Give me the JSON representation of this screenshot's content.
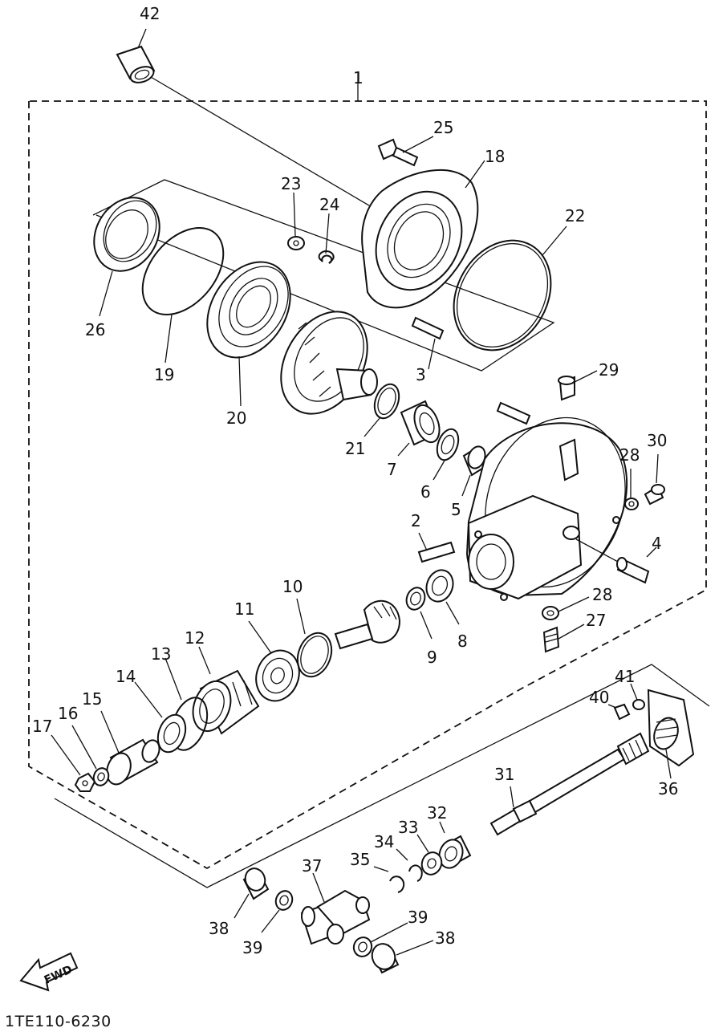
{
  "diagram": {
    "part_number": "1TE110-6230",
    "direction_label": "FWD",
    "callouts": [
      {
        "id": "42",
        "text": "42"
      },
      {
        "id": "1",
        "text": "1"
      },
      {
        "id": "25",
        "text": "25"
      },
      {
        "id": "18",
        "text": "18"
      },
      {
        "id": "23",
        "text": "23"
      },
      {
        "id": "24",
        "text": "24"
      },
      {
        "id": "22",
        "text": "22"
      },
      {
        "id": "26",
        "text": "26"
      },
      {
        "id": "19",
        "text": "19"
      },
      {
        "id": "20",
        "text": "20"
      },
      {
        "id": "3",
        "text": "3"
      },
      {
        "id": "29",
        "text": "29"
      },
      {
        "id": "21",
        "text": "21"
      },
      {
        "id": "7",
        "text": "7"
      },
      {
        "id": "6",
        "text": "6"
      },
      {
        "id": "5",
        "text": "5"
      },
      {
        "id": "30",
        "text": "30"
      },
      {
        "id": "28a",
        "text": "28"
      },
      {
        "id": "2",
        "text": "2"
      },
      {
        "id": "4",
        "text": "4"
      },
      {
        "id": "10",
        "text": "10"
      },
      {
        "id": "11",
        "text": "11"
      },
      {
        "id": "28b",
        "text": "28"
      },
      {
        "id": "27",
        "text": "27"
      },
      {
        "id": "12",
        "text": "12"
      },
      {
        "id": "13",
        "text": "13"
      },
      {
        "id": "14",
        "text": "14"
      },
      {
        "id": "15",
        "text": "15"
      },
      {
        "id": "16",
        "text": "16"
      },
      {
        "id": "17",
        "text": "17"
      },
      {
        "id": "9",
        "text": "9"
      },
      {
        "id": "8",
        "text": "8"
      },
      {
        "id": "41",
        "text": "41"
      },
      {
        "id": "40",
        "text": "40"
      },
      {
        "id": "36",
        "text": "36"
      },
      {
        "id": "31",
        "text": "31"
      },
      {
        "id": "32",
        "text": "32"
      },
      {
        "id": "33",
        "text": "33"
      },
      {
        "id": "34",
        "text": "34"
      },
      {
        "id": "35",
        "text": "35"
      },
      {
        "id": "37",
        "text": "37"
      },
      {
        "id": "38a",
        "text": "38"
      },
      {
        "id": "39a",
        "text": "39"
      },
      {
        "id": "39b",
        "text": "39"
      },
      {
        "id": "38b",
        "text": "38"
      }
    ]
  }
}
